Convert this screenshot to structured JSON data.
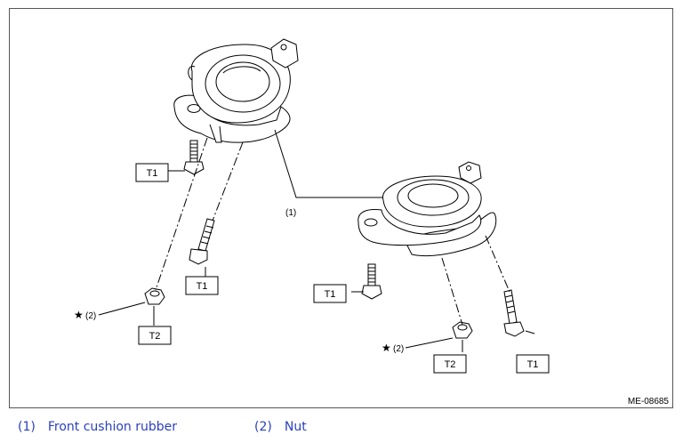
{
  "diagram": {
    "figure_id": "ME-08685",
    "callouts": {
      "front_cushion_rubber": "(1)",
      "nut_left": "(2)",
      "nut_right": "(2)",
      "star": "★"
    },
    "torque_tags": [
      "T1",
      "T1",
      "T2",
      "T1",
      "T2",
      "T1"
    ]
  },
  "legend": [
    {
      "number": "(1)",
      "text": "Front cushion rubber"
    },
    {
      "number": "(2)",
      "text": "Nut"
    }
  ],
  "colors": {
    "legend_text": "#2a3fbf",
    "line": "#000000",
    "border": "#555555"
  }
}
